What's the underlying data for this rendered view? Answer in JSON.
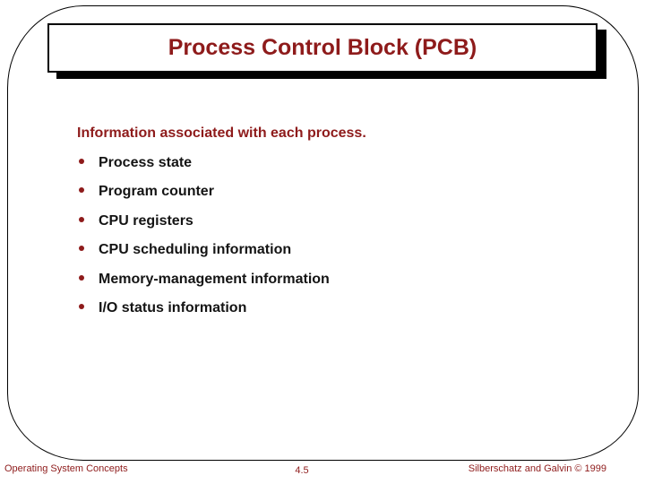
{
  "colors": {
    "accent": "#8E1B1B",
    "body-text": "#141414",
    "line": "#000000",
    "bg": "#FFFFFF"
  },
  "slide": {
    "title": "Process Control Block (PCB)",
    "heading": "Information associated with each process.",
    "bullets": [
      "Process state",
      "Program counter",
      "CPU registers",
      "CPU scheduling information",
      "Memory-management information",
      "I/O status information"
    ],
    "footer": {
      "left": "Operating System Concepts",
      "page": "4.5",
      "right": "Silberschatz and Galvin © 1999"
    }
  }
}
